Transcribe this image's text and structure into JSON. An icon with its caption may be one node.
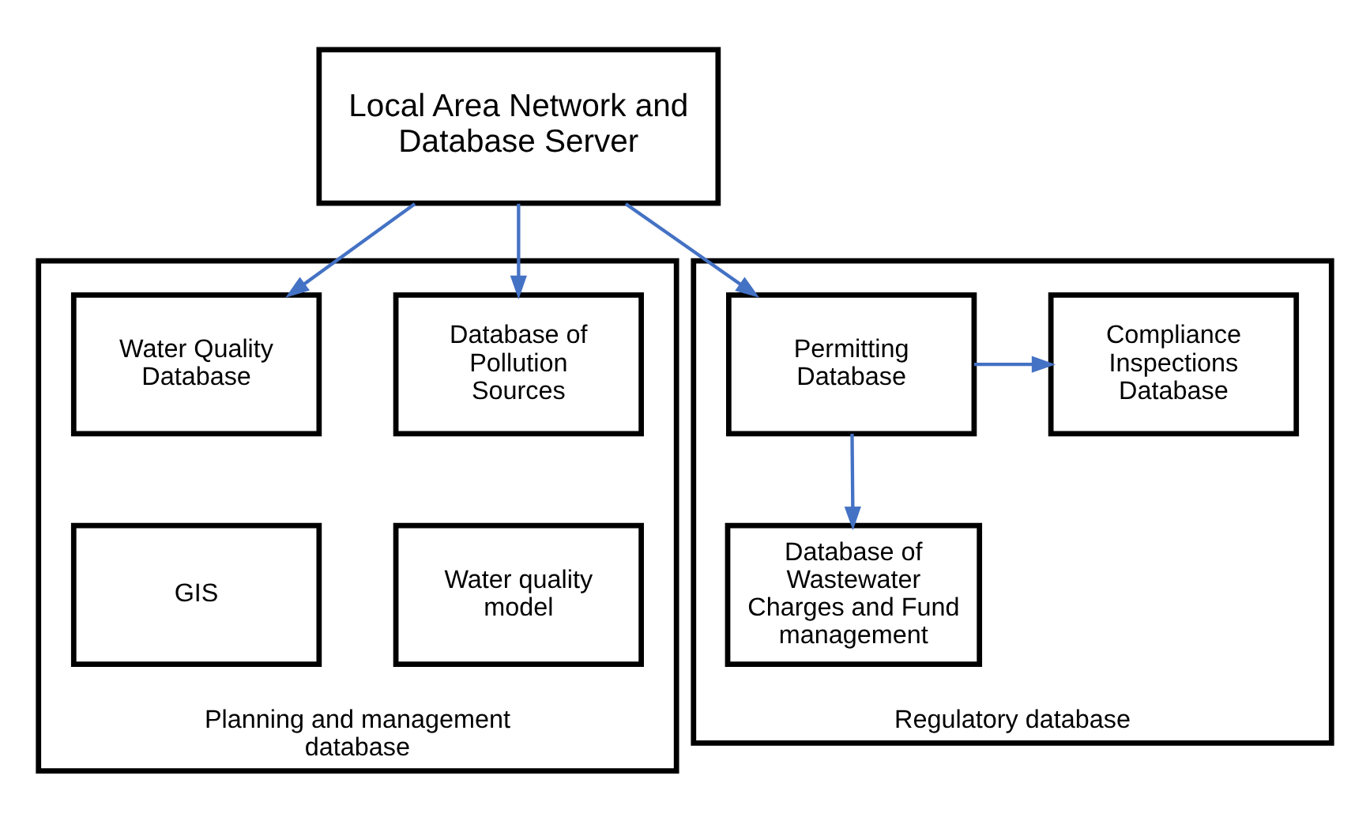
{
  "diagram": {
    "nodes": [
      {
        "text": [
          "Local Area Network and Database Server"
        ]
      },
      {
        "text": [
          "Planning and management database"
        ]
      },
      {
        "text": [
          "Database of Pollution Sources"
        ],
        "in": 1
      },
      {
        "text": [
          "Water Quality Database"
        ],
        "in": 1
      },
      {
        "text": [
          "Water quality model"
        ],
        "in": 1
      },
      {
        "text": [
          "GIS"
        ],
        "in": 1
      },
      {
        "text": [
          "Regulatory database"
        ]
      },
      {
        "text": [
          "Permitting Database"
        ],
        "in": 6
      },
      {
        "text": [
          "Compliance Inspections Database"
        ],
        "in": 6
      },
      {
        "text": [
          "Database of Wastewater Charges and Fund management"
        ],
        "in": 6
      }
    ],
    "edges": [
      {
        "from": 0,
        "to": 2,
        "arrow": "to"
      },
      {
        "from": 0,
        "to": 3,
        "arrow": "to"
      },
      {
        "from": 0,
        "to": 7,
        "arrow": "to"
      },
      {
        "from": 7,
        "to": 8,
        "arrow": "to"
      },
      {
        "from": 7,
        "to": 9,
        "arrow": "to"
      }
    ]
  }
}
